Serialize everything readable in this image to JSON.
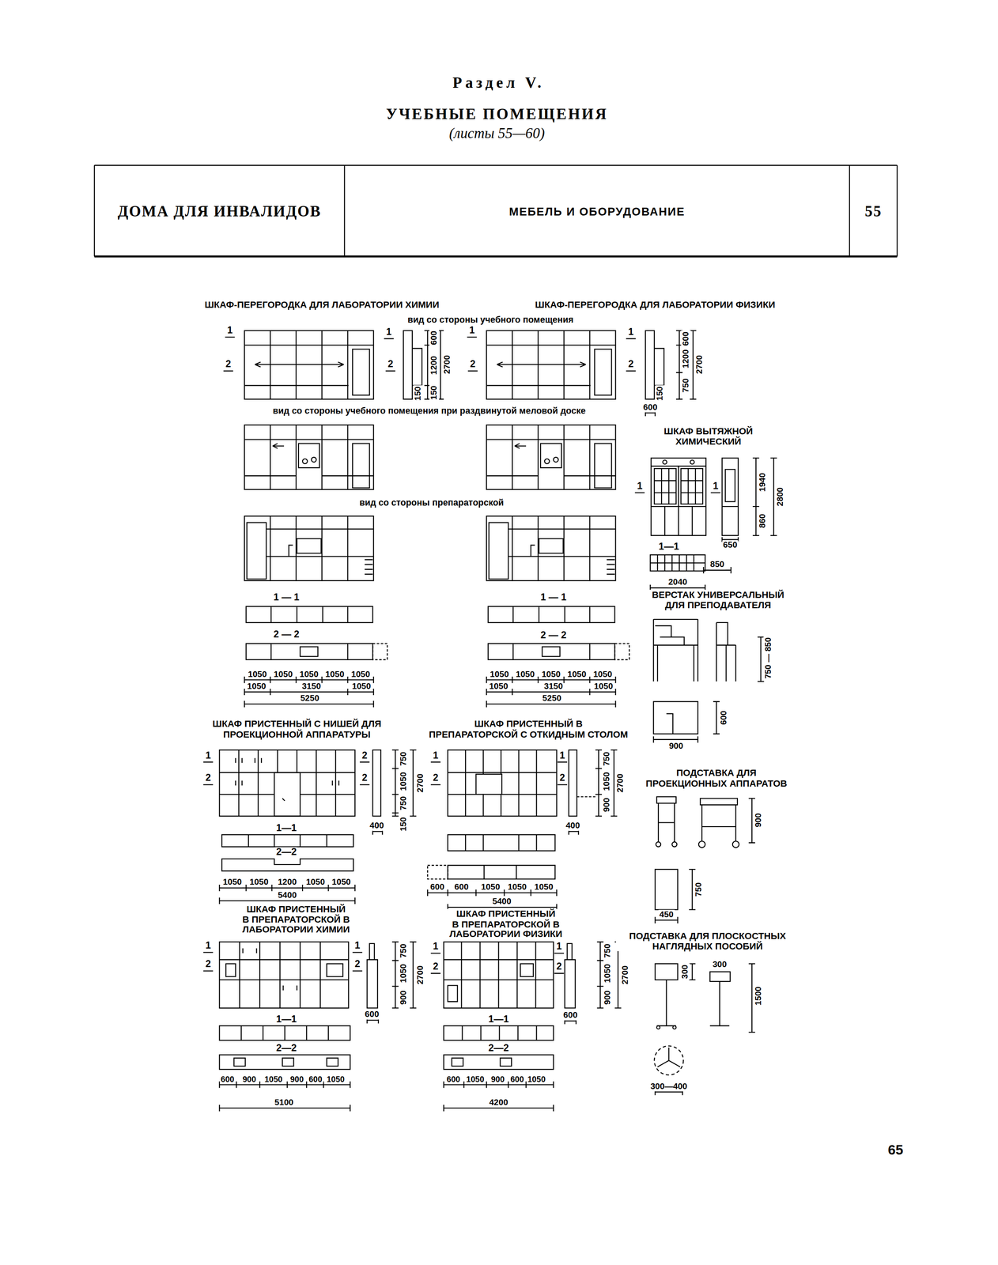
{
  "diagram": {
    "title": "Раздел V.",
    "nodes": [
      {
        "text": [
          "ДОМА ДЛЯ ИНВАЛИДОВ"
        ]
      },
      {
        "text": [
          "МЕБЕЛЬ И ОБОРУДОВАНИЕ"
        ]
      },
      {
        "text": [
          "55"
        ]
      }
    ],
    "labels": [
      "УЧЕБНЫЕ ПОМЕЩЕНИЯ",
      "(листы 55—60)",
      "ШКАФ-ПЕРЕГОРОДКА ДЛЯ ЛАБОРАТОРИИ ХИМИИ",
      "ШКАФ-ПЕРЕГОРОДКА ДЛЯ ЛАБОРАТОРИИ ФИЗИКИ",
      "вид со стороны учебного помещения",
      "1",
      "2",
      "1",
      "2",
      "600",
      "1200",
      "150",
      "2700",
      "150",
      "1",
      "2",
      "1",
      "2",
      "600",
      "1200",
      "750",
      "2700",
      "150",
      "600",
      "вид со стороны учебного помещения при раздвинутой меловой доске",
      "ШКАФ ВЫТЯЖНОЙ ХИМИЧЕСКИЙ",
      "вид со стороны препараторской",
      "1",
      "1",
      "1940",
      "2800",
      "860",
      "650",
      "1—1",
      "850",
      "2040",
      "1 — 1",
      "2 — 2",
      "1 — 1",
      "2 — 2",
      "1050",
      "1050",
      "1050",
      "1050",
      "1050",
      "1050",
      "3150",
      "1050",
      "5250",
      "1050",
      "1050",
      "1050",
      "1050",
      "1050",
      "1050",
      "3150",
      "1050",
      "5250",
      "ВЕРСТАК УНИВЕРСАЛЬНЫЙ ДЛЯ ПРЕПОДАВАТЕЛЯ",
      "750 — 850",
      "600",
      "900",
      "ШКАФ ПРИСТЕННЫЙ С НИШЕЙ ДЛЯ ПРОЕКЦИОННОЙ АППАРАТУРЫ",
      "ШКАФ ПРИСТЕННЫЙ В ПРЕПАРАТОРСКОЙ С ОТКИДНЫМ СТОЛОМ",
      "1",
      "2",
      "2",
      "2",
      "750",
      "1050",
      "750",
      "150",
      "2700",
      "400",
      "1—1",
      "2—2",
      "1050",
      "1050",
      "1200",
      "1050",
      "1050",
      "5400",
      "1",
      "2",
      "1",
      "2",
      "750",
      "1050",
      "900",
      "2700",
      "400",
      "600",
      "600",
      "1050",
      "1050",
      "1050",
      "5400",
      "ПОДСТАВКА ДЛЯ ПРОЕКЦИОННЫХ АППАРАТОВ",
      "900",
      "750",
      "450",
      "ШКАФ ПРИСТЕННЫЙ В ПРЕПАРАТОРСКОЙ В ЛАБОРАТОРИИ ХИМИИ",
      "ШКАФ ПРИСТЕННЫЙ В ПРЕПАРАТОРСКОЙ В ЛАБОРАТОРИИ ФИЗИКИ",
      "ПОДСТАВКА ДЛЯ ПЛОСКОСТНЫХ НАГЛЯДНЫХ ПОСОБИЙ",
      "1",
      "2",
      "1",
      "2",
      "750",
      "1050",
      "900",
      "2700",
      "600",
      "1—1",
      "2—2",
      "600",
      "900",
      "1050",
      "900",
      "600",
      "1050",
      "5100",
      "1",
      "2",
      "1",
      "2",
      "750",
      "1050",
      "900",
      "2700",
      "600",
      "1—1",
      "2—2",
      "600",
      "1050",
      "900",
      "600",
      "1050",
      "4200",
      "300",
      "300",
      "1500",
      "300—400",
      "65"
    ]
  }
}
